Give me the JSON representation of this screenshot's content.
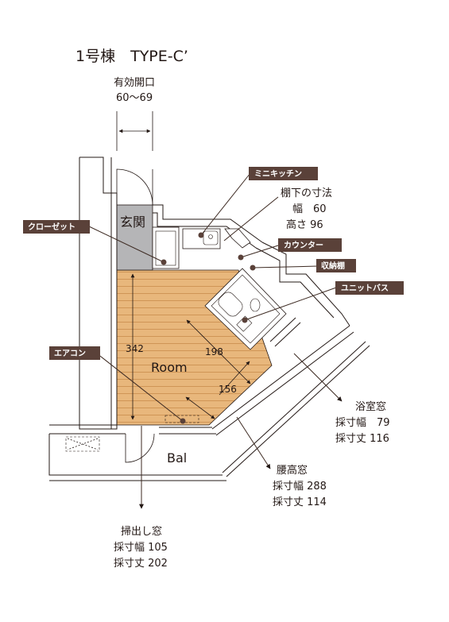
{
  "title": "1号棟　TYPE-C’",
  "door_opening": {
    "label": "有効開口",
    "value": "60〜69"
  },
  "tags": {
    "mini_kitchen": "ミニキッチン",
    "closet": "クローゼット",
    "counter": "カウンター",
    "storage_shelf": "収納棚",
    "unit_bath": "ユニットバス",
    "air_conditioner": "エアコン"
  },
  "shelf_under": {
    "label": "棚下の寸法",
    "width": "幅　60",
    "height": "高さ  96"
  },
  "rooms": {
    "entrance": "玄関",
    "room": "Room",
    "balcony": "Bal"
  },
  "dimensions": {
    "length": "342",
    "diagonal": "198",
    "width": "156"
  },
  "bath_window": {
    "label": "浴室窓",
    "width": "採寸幅　79",
    "height": "採寸丈  116"
  },
  "waist_window": {
    "label": "腰高窓",
    "width": "採寸幅  288",
    "height": "採寸丈  114"
  },
  "sweep_window": {
    "label": "掃出し窓",
    "width": "採寸幅  105",
    "height": "採寸丈  202"
  },
  "colors": {
    "floor": "#e8b77c",
    "floor_line": "#c98c4c",
    "entrance": "#b5b5b7",
    "tag": "#5a4139",
    "line": "#231815"
  }
}
